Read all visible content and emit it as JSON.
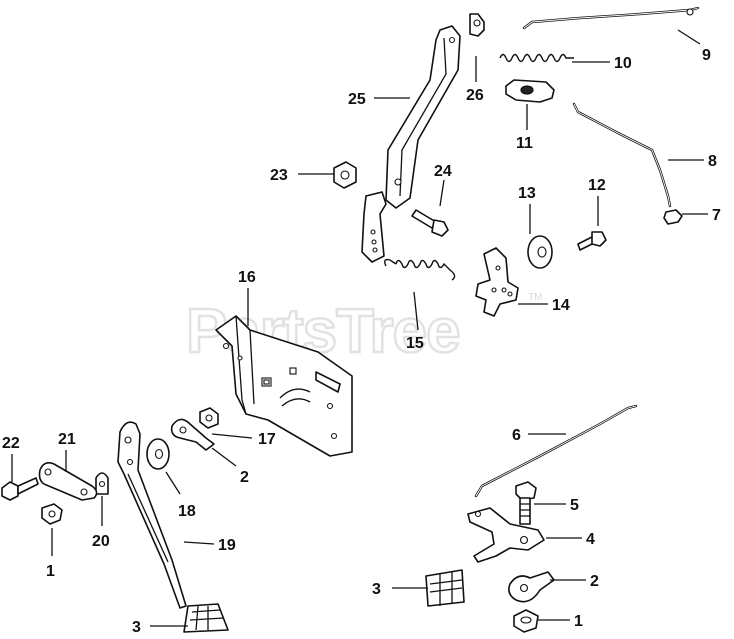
{
  "watermark": {
    "text": "PartsTree",
    "mark": "TM"
  },
  "callouts": {
    "c25": "25",
    "c26": "26",
    "c10": "10",
    "c9": "9",
    "c11": "11",
    "c8": "8",
    "c23": "23",
    "c24": "24",
    "c13": "13",
    "c12": "12",
    "c7": "7",
    "c16": "16",
    "c15": "15",
    "c14": "14",
    "c22": "22",
    "c21": "21",
    "c17": "17",
    "c2a": "2",
    "c18": "18",
    "c20": "20",
    "c19": "19",
    "c1a": "1",
    "c3a": "3",
    "c6": "6",
    "c5": "5",
    "c4": "4",
    "c3b": "3",
    "c2b": "2",
    "c1b": "1"
  }
}
